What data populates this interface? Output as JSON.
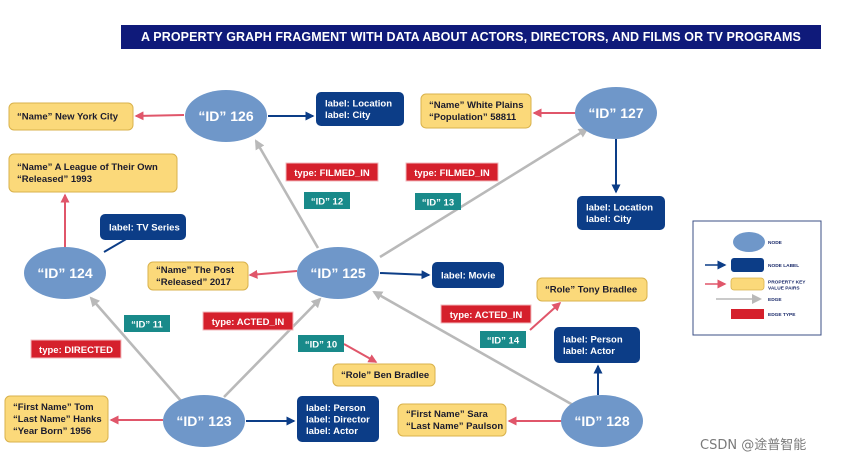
{
  "title": "A PROPERTY GRAPH FRAGMENT WITH DATA ABOUT ACTORS, DIRECTORS, AND FILMS OR TV PROGRAMS",
  "watermark": "CSDN @途普智能",
  "colors": {
    "node": "#6f97c9",
    "label_box": "#0c3d87",
    "property_box": "#fbd97a",
    "property_arrow": "#e0566a",
    "edge": "#b9b9b9",
    "edge_type": "#d5202c",
    "edge_id": "#198a8a",
    "title_bg": "#0f1a7a"
  },
  "nodes": [
    {
      "id": "n126",
      "text": "“ID” 126"
    },
    {
      "id": "n127",
      "text": "“ID” 127"
    },
    {
      "id": "n124",
      "text": "“ID” 124"
    },
    {
      "id": "n125",
      "text": "“ID” 125"
    },
    {
      "id": "n123",
      "text": "“ID” 123"
    },
    {
      "id": "n128",
      "text": "“ID” 128"
    }
  ],
  "label_boxes": [
    {
      "id": "lb126",
      "lines": [
        "label: Location",
        "label: City"
      ]
    },
    {
      "id": "lb127",
      "lines": [
        "label: Location",
        "label: City"
      ]
    },
    {
      "id": "lb124",
      "lines": [
        "label: TV Series"
      ]
    },
    {
      "id": "lb125",
      "lines": [
        "label: Movie"
      ]
    },
    {
      "id": "lb123",
      "lines": [
        "label: Person",
        "label: Director",
        "label: Actor"
      ]
    },
    {
      "id": "lb128",
      "lines": [
        "label: Person",
        "label: Actor"
      ]
    }
  ],
  "property_boxes": [
    {
      "id": "pb126",
      "lines": [
        "“Name” New York City"
      ]
    },
    {
      "id": "pb127",
      "lines": [
        "“Name” White Plains",
        "“Population” 58811"
      ]
    },
    {
      "id": "pb124",
      "lines": [
        "“Name” A League of Their Own",
        "“Released” 1993"
      ]
    },
    {
      "id": "pb125",
      "lines": [
        "“Name” The Post",
        "“Released” 2017"
      ]
    },
    {
      "id": "pb123",
      "lines": [
        "“First Name” Tom",
        "“Last Name” Hanks",
        "“Year Born” 1956"
      ]
    },
    {
      "id": "pb128",
      "lines": [
        "“First Name” Sara",
        "“Last Name” Paulson"
      ]
    },
    {
      "id": "pbe10",
      "lines": [
        "“Role” Ben Bradlee"
      ]
    },
    {
      "id": "pbe14",
      "lines": [
        "“Role” Tony Bradlee"
      ]
    }
  ],
  "edge_types": [
    {
      "id": "t12",
      "text": "type: FILMED_IN"
    },
    {
      "id": "t13",
      "text": "type: FILMED_IN"
    },
    {
      "id": "t11",
      "text": "type: DIRECTED"
    },
    {
      "id": "t10",
      "text": "type: ACTED_IN"
    },
    {
      "id": "t14",
      "text": "type: ACTED_IN"
    }
  ],
  "edge_ids": [
    {
      "id": "i12",
      "text": "“ID” 12"
    },
    {
      "id": "i13",
      "text": "“ID” 13"
    },
    {
      "id": "i11",
      "text": "“ID” 11"
    },
    {
      "id": "i10",
      "text": "“ID” 10"
    },
    {
      "id": "i14",
      "text": "“ID” 14"
    }
  ],
  "legend": [
    {
      "kind": "node",
      "text": "NODE"
    },
    {
      "kind": "label",
      "text": "NODE LABEL"
    },
    {
      "kind": "property",
      "text": "PROPERTY KEY VALUE PAIRS"
    },
    {
      "kind": "edge",
      "text": "EDGE"
    },
    {
      "kind": "edgetype",
      "text": "EDGE TYPE"
    }
  ]
}
